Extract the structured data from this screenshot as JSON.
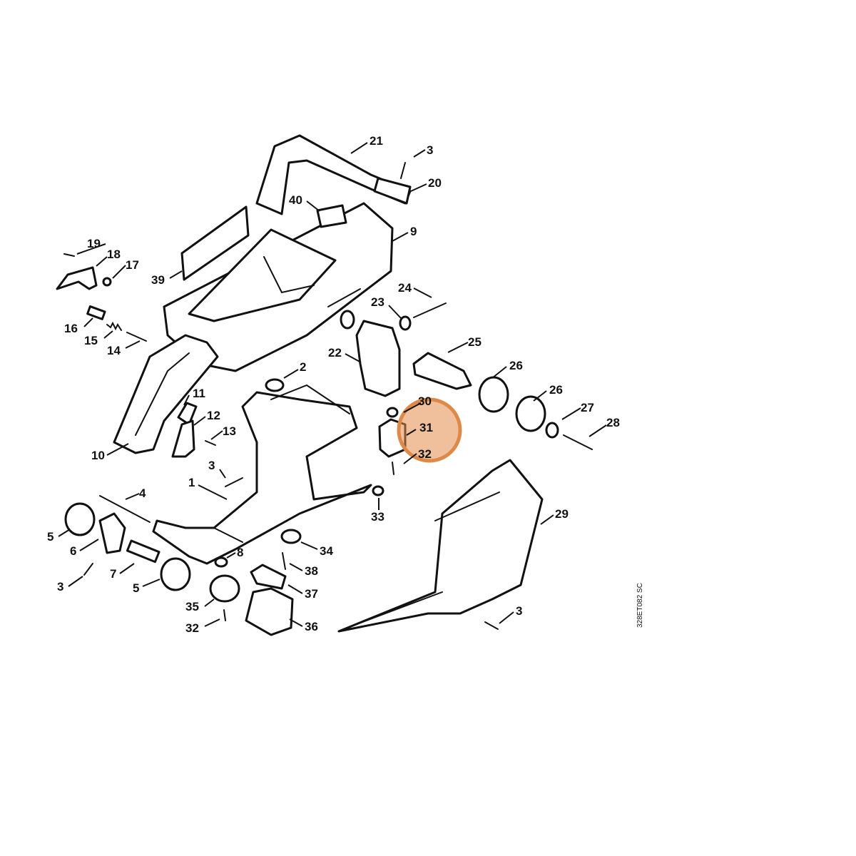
{
  "diagram": {
    "reference_code": "328ET082 SC",
    "highlight": {
      "callout": "31",
      "color": "#dd8a48"
    },
    "callouts": {
      "c1": "1",
      "c2": "2",
      "c3a": "3",
      "c3b": "3",
      "c3c": "3",
      "c3d": "3",
      "c4": "4",
      "c5a": "5",
      "c5b": "5",
      "c6": "6",
      "c7": "7",
      "c8": "8",
      "c9": "9",
      "c10": "10",
      "c11": "11",
      "c12": "12",
      "c13": "13",
      "c14": "14",
      "c15": "15",
      "c16": "16",
      "c17": "17",
      "c18": "18",
      "c19": "19",
      "c20": "20",
      "c21": "21",
      "c22": "22",
      "c23": "23",
      "c24": "24",
      "c25": "25",
      "c26a": "26",
      "c26b": "26",
      "c27": "27",
      "c28": "28",
      "c29": "29",
      "c30": "30",
      "c31": "31",
      "c32a": "32",
      "c32b": "32",
      "c33": "33",
      "c34": "34",
      "c35": "35",
      "c36": "36",
      "c37": "37",
      "c38": "38",
      "c39": "39",
      "c40": "40"
    }
  }
}
